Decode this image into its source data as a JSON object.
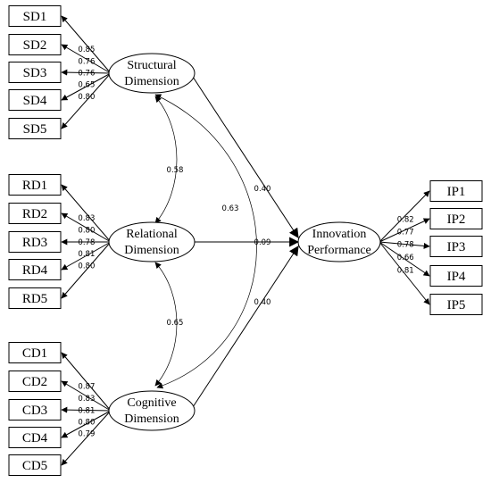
{
  "constructs": {
    "structural": {
      "line1": "Structural",
      "line2": "Dimension"
    },
    "relational": {
      "line1": "Relational",
      "line2": "Dimension"
    },
    "cognitive": {
      "line1": "Cognitive",
      "line2": "Dimension"
    },
    "innovation": {
      "line1": "Innovation",
      "line2": "Performance"
    }
  },
  "indicators": {
    "structural": [
      {
        "label": "SD1",
        "loading": "0.85"
      },
      {
        "label": "SD2",
        "loading": "0.76"
      },
      {
        "label": "SD3",
        "loading": "0.76"
      },
      {
        "label": "SD4",
        "loading": "0.65"
      },
      {
        "label": "SD5",
        "loading": "0.80"
      }
    ],
    "relational": [
      {
        "label": "RD1",
        "loading": "0.83"
      },
      {
        "label": "RD2",
        "loading": "0.80"
      },
      {
        "label": "RD3",
        "loading": "0.78"
      },
      {
        "label": "RD4",
        "loading": "0.81"
      },
      {
        "label": "RD5",
        "loading": "0.80"
      }
    ],
    "cognitive": [
      {
        "label": "CD1",
        "loading": "0.87"
      },
      {
        "label": "CD2",
        "loading": "0.83"
      },
      {
        "label": "CD3",
        "loading": "0.81"
      },
      {
        "label": "CD4",
        "loading": "0.80"
      },
      {
        "label": "CD5",
        "loading": "0.79"
      }
    ],
    "innovation": [
      {
        "label": "IP1",
        "loading": "0.82"
      },
      {
        "label": "IP2",
        "loading": "0.77"
      },
      {
        "label": "IP3",
        "loading": "0.78"
      },
      {
        "label": "IP4",
        "loading": "0.66"
      },
      {
        "label": "IP5",
        "loading": "0.81"
      }
    ]
  },
  "paths": {
    "structural_to_innovation": "0.40",
    "relational_to_innovation": "0.09",
    "cognitive_to_innovation": "0.40"
  },
  "correlations": {
    "structural_relational": "0.58",
    "structural_cognitive": "0.63",
    "relational_cognitive": "0.65"
  }
}
